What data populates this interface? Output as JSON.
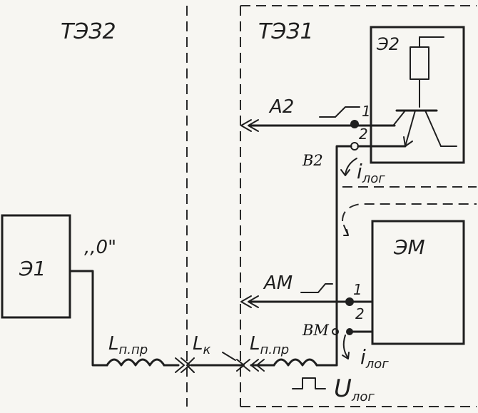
{
  "labels": {
    "board2": "ТЭЗ2",
    "board1": "ТЭЗ1",
    "element2": "Э2",
    "element1": "Э1",
    "elementM": "ЭМ",
    "zero_signal": ",,0\"",
    "signal_a2": "А2",
    "signal_am": "АМ",
    "node_b2": "B2",
    "node_bm": "BM",
    "pin1_top": "1",
    "pin2_top": "2",
    "pin1_bottom": "1",
    "pin2_bottom": "2",
    "current_top_main": "i",
    "current_top_sub": "лог",
    "current_bottom_main": "i",
    "current_bottom_sub": "лог",
    "voltage_main": "U",
    "voltage_sub": "лог",
    "inductor_left_main": "L",
    "inductor_left_sub": "п.пр",
    "inductor_right_main": "L",
    "inductor_right_sub": "п.пр",
    "connector_main": "L",
    "connector_sub": "к"
  },
  "colors": {
    "ink": "#1f1f1f",
    "paper": "#f7f6f2"
  }
}
